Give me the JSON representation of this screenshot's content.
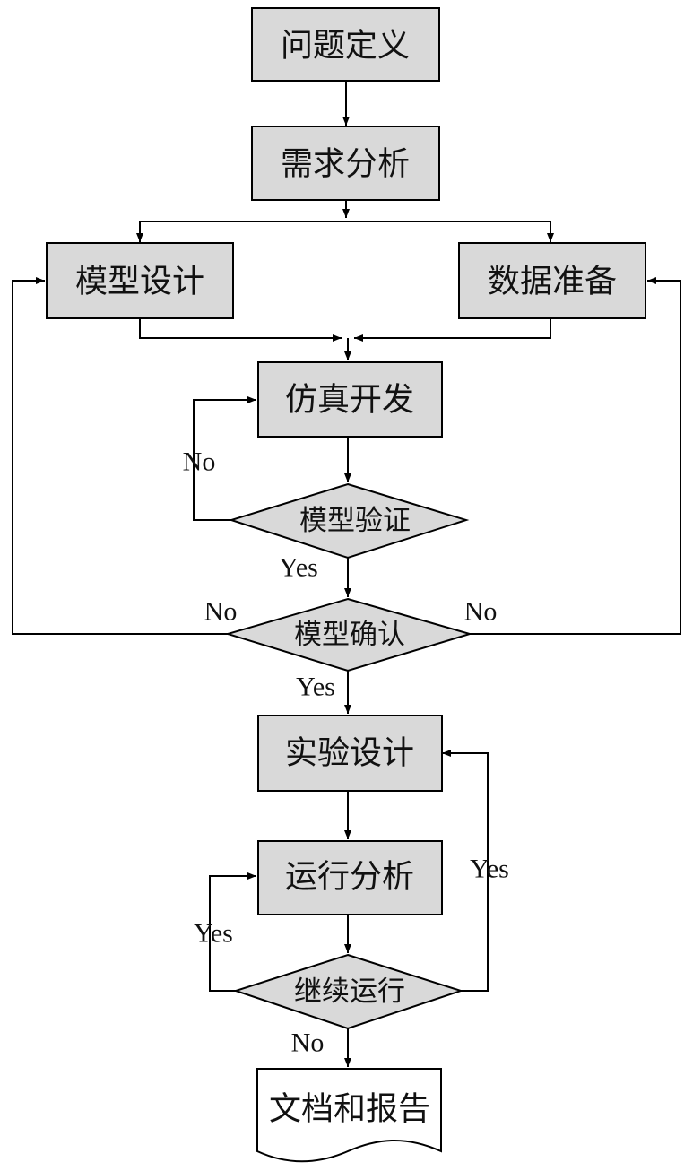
{
  "colors": {
    "fill": "#d9d9d9",
    "stroke": "#000000",
    "background": "#ffffff"
  },
  "nodes": {
    "problem_definition": "问题定义",
    "requirement_analysis": "需求分析",
    "model_design": "模型设计",
    "data_preparation": "数据准备",
    "simulation_development": "仿真开发",
    "model_verification": "模型验证",
    "model_confirmation": "模型确认",
    "experiment_design": "实验设计",
    "run_analysis": "运行分析",
    "continue_running": "继续运行",
    "documentation_report": "文档和报告"
  },
  "edge_labels": {
    "verification_no": "No",
    "verification_yes": "Yes",
    "confirmation_no_left": "No",
    "confirmation_no_right": "No",
    "confirmation_yes": "Yes",
    "continue_yes_left": "Yes",
    "continue_yes_right": "Yes",
    "continue_no": "No"
  }
}
